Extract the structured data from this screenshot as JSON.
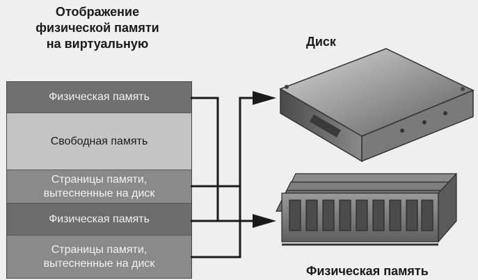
{
  "title": {
    "line1": "Отображение",
    "line2": "физической памяти",
    "line3": "на виртуальную"
  },
  "labels": {
    "disk": "Диск",
    "physical_memory": "Физическая память"
  },
  "blocks": [
    {
      "line1": "Физическая память",
      "line2": ""
    },
    {
      "line1": "Свободная память",
      "line2": ""
    },
    {
      "line1": "Страницы памяти,",
      "line2": "вытесненные на диск"
    },
    {
      "line1": "Физическая память",
      "line2": ""
    },
    {
      "line1": "Страницы памяти,",
      "line2": "вытесненные на диск"
    }
  ],
  "icons": {
    "disk": "hard-disk-icon",
    "memory": "memory-module-icon"
  }
}
